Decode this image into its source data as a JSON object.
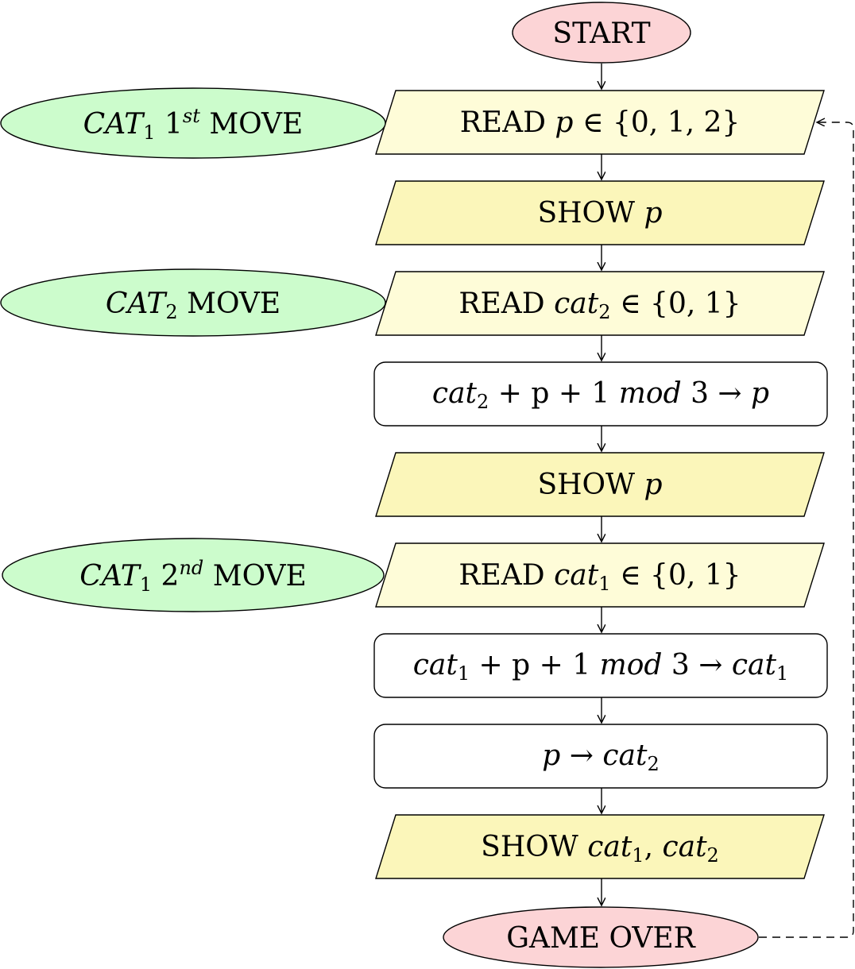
{
  "colors": {
    "terminal_fill": "#fcd4d6",
    "input_fill": "#fefcd8",
    "output_fill": "#fbf6ba",
    "process_fill": "#ffffff",
    "note_fill": "#ccfccc",
    "stroke": "#000000"
  },
  "nodes": {
    "start": "START",
    "read_p": {
      "word": "READ",
      "var": "p",
      "set": "∈ {0, 1, 2}"
    },
    "show_p_1": {
      "word": "SHOW",
      "var": "p"
    },
    "read_cat2": {
      "word": "READ",
      "var": "cat",
      "sub": "2",
      "set": "∈ {0, 1}"
    },
    "proc_cat2": {
      "a": "cat",
      "a_sub": "2",
      "mid": " + p + 1 ",
      "mod": "mod",
      "num": " 3 → ",
      "target": "p"
    },
    "show_p_2": {
      "word": "SHOW",
      "var": "p"
    },
    "read_cat1": {
      "word": "READ",
      "var": "cat",
      "sub": "1",
      "set": "∈ {0, 1}"
    },
    "proc_cat1": {
      "a": "cat",
      "a_sub": "1",
      "mid": " + p + 1 ",
      "mod": "mod",
      "num": " 3 → ",
      "target": "cat",
      "target_sub": "1"
    },
    "proc_p": {
      "a": "p",
      "arrow": " → ",
      "target": "cat",
      "target_sub": "2"
    },
    "show_cats": {
      "word": "SHOW",
      "v1": "cat",
      "s1": "1",
      "comma": ", ",
      "v2": "cat",
      "s2": "2"
    },
    "game_over": "GAME OVER"
  },
  "notes": {
    "cat1_first": {
      "name": "CAT",
      "sub": "1",
      "ord": "1",
      "sup": "st",
      "word": "MOVE"
    },
    "cat2": {
      "name": "CAT",
      "sub": "2",
      "word": "MOVE"
    },
    "cat1_second": {
      "name": "CAT",
      "sub": "1",
      "ord": "2",
      "sup": "nd",
      "word": "MOVE"
    }
  }
}
